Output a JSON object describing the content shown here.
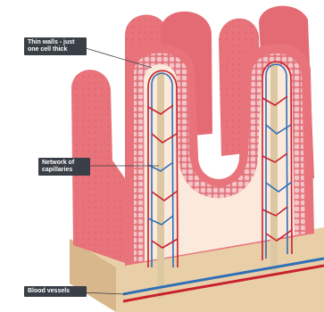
{
  "labels": {
    "thin_walls": "Thin walls - just\none cell thick",
    "capillaries": "Network of\ncapillaries",
    "blood_vessels": "Blood vessels"
  },
  "colors": {
    "villus_pink": "#e8737a",
    "villus_dark": "#d95c66",
    "cell_layer": "#f2b6bb",
    "inner_tissue": "#fbe9dc",
    "base_tan": "#e9cfa8",
    "artery_red": "#c8212e",
    "vein_blue": "#2f6fb7",
    "lacteal": "#dcc9a3",
    "label_bg": "#3a3f47"
  }
}
